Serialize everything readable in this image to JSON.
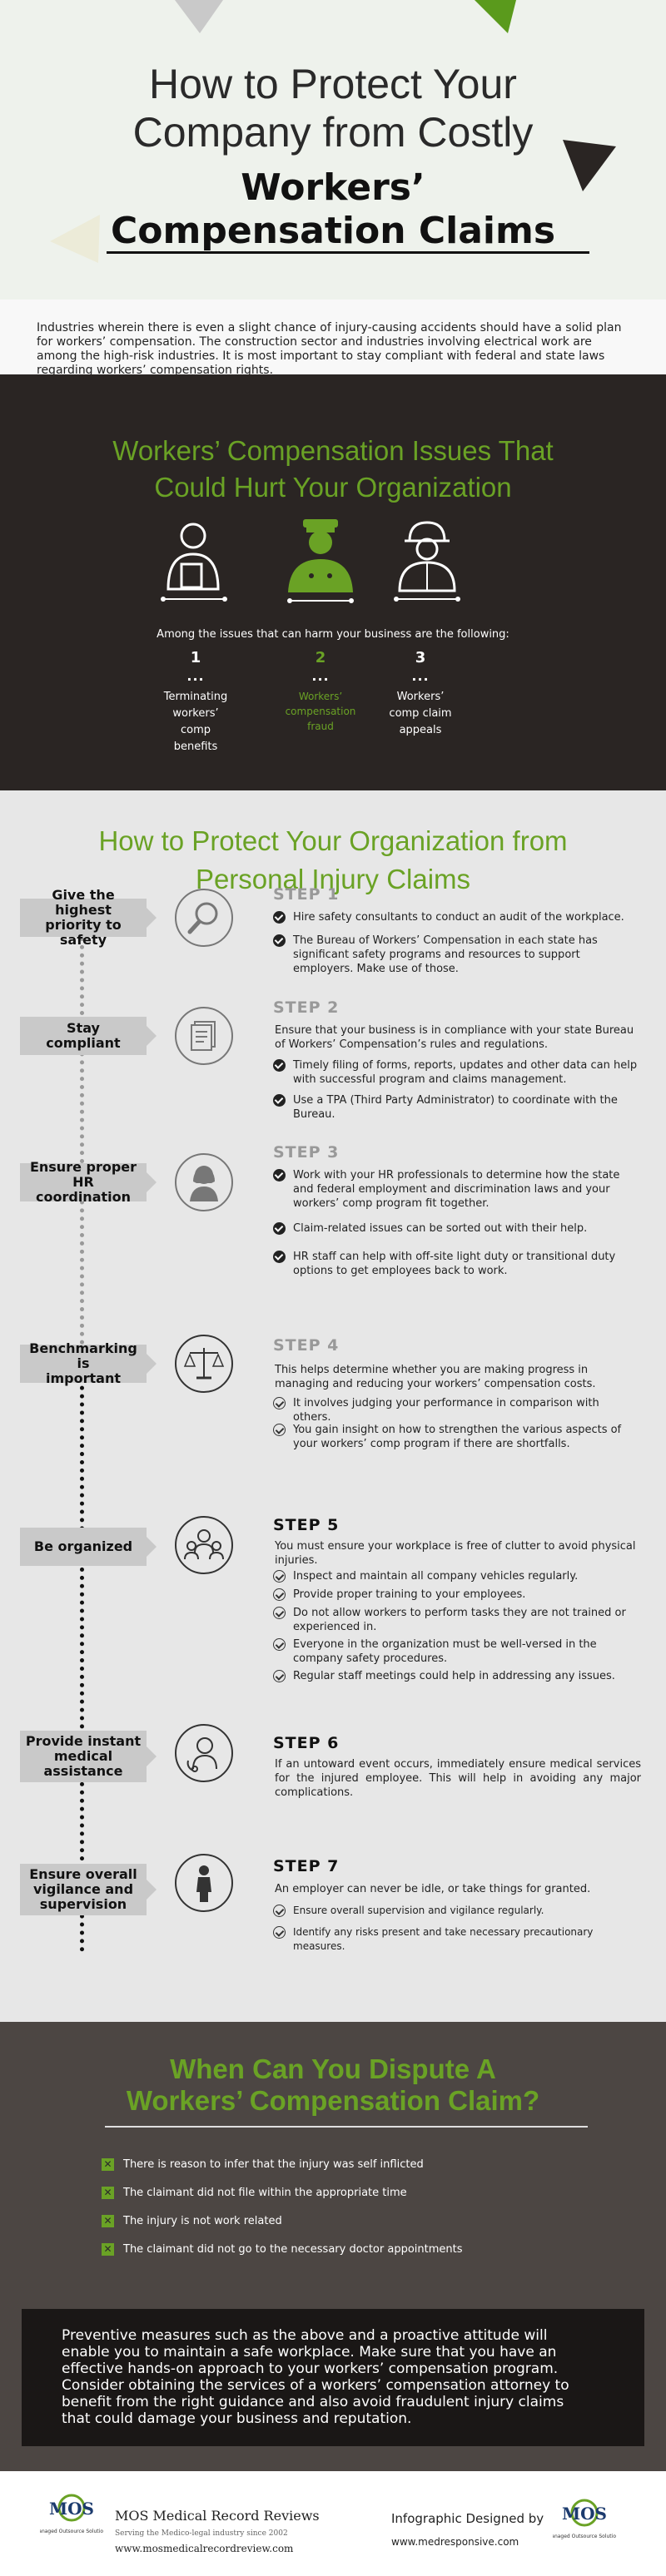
{
  "header": {
    "title_line1": "How to Protect Your",
    "title_line2": "Company from Costly",
    "title_line3": "Workers’",
    "title_line4": "Compensation Claims"
  },
  "intro": {
    "text": "Industries wherein there is even a slight chance of injury-causing accidents should have a solid plan for workers’ compensation. The construction sector and industries involving electrical work are among the high-risk industries. It is most important to stay compliant with federal and state laws regarding workers’ compensation rights."
  },
  "issues": {
    "title_line1": "Workers’ Compensation Issues That",
    "title_line2": "Could Hurt Your Organization",
    "lead": "Among the issues that can harm your business are the following:",
    "items": [
      {
        "num": "1",
        "dots": "...",
        "line1": "Terminating",
        "line2": "workers’",
        "line3": "comp",
        "line4": "benefits"
      },
      {
        "num": "2",
        "dots": "...",
        "line1": "Workers’",
        "line2": "compensation",
        "line3": "fraud",
        "line4": ""
      },
      {
        "num": "3",
        "dots": "...",
        "line1": "Workers’",
        "line2": "comp claim",
        "line3": "appeals",
        "line4": ""
      }
    ]
  },
  "protect": {
    "title_line1": "How to Protect Your Organization from",
    "title_line2": "Personal Injury Claims",
    "steps": [
      {
        "label_line1": "Give the highest",
        "label_line2": "priority to safety",
        "title": "STEP 1",
        "bullets": [
          "Hire safety consultants to conduct an audit of the workplace.",
          "The Bureau of Workers’ Compensation in each state has significant safety programs and resources to support employers. Make use of those."
        ]
      },
      {
        "label_line1": "Stay",
        "label_line2": "compliant",
        "title": "STEP 2",
        "text": "Ensure that your business is in compliance with your state Bureau of Workers’ Compensation’s rules and regulations.",
        "bullets": [
          "Timely filing of forms, reports, updates and other data can help with successful program and claims management.",
          "Use a TPA (Third Party Administrator) to coordinate with the Bureau."
        ]
      },
      {
        "label_line1": "Ensure proper",
        "label_line2": "HR coordination",
        "title": "STEP 3",
        "bullets": [
          "Work with your HR professionals to determine how the state and federal employment and discrimination laws and your workers’ comp program fit together.",
          "Claim-related issues can be sorted out with their help.",
          "HR staff can help with off-site light duty or transitional duty options to get employees back to work."
        ]
      },
      {
        "label_line1": "Benchmarking is",
        "label_line2": "important",
        "title": "STEP 4",
        "text": "This helps determine whether you are making progress in managing and reducing your workers’ compensation costs.",
        "bullets": [
          "It involves judging your performance in comparison with others.",
          "You gain insight on how to strengthen the various aspects of your workers’ comp program if there are shortfalls."
        ]
      },
      {
        "label_line1": "Be organized",
        "label_line2": "",
        "title": "STEP 5",
        "text": "You must ensure your workplace is free of clutter to avoid physical injuries.",
        "bullets": [
          "Inspect and maintain all company vehicles regularly.",
          "Provide proper training to your employees.",
          "Do not allow workers to perform tasks they are not trained or experienced in.",
          "Everyone in the organization must be well-versed in the company safety procedures.",
          "Regular staff meetings could help in addressing any issues."
        ]
      },
      {
        "label_line1": "Provide instant",
        "label_line2": "medical",
        "label_line3": "assistance",
        "title": "STEP 6",
        "text": "If an untoward event occurs, immediately ensure medical services for the injured employee. This will help in avoiding any major complications."
      },
      {
        "label_line1": "Ensure overall",
        "label_line2": "vigilance and",
        "label_line3": "supervision",
        "title": "STEP 7",
        "text": "An employer can never be idle, or take things for granted.",
        "bullets": [
          "Ensure overall supervision and vigilance regularly.",
          "Identify any risks present and take necessary precautionary measures."
        ]
      }
    ]
  },
  "dispute": {
    "title_line1": "When Can You Dispute A",
    "title_line2": "Workers’ Compensation Claim?",
    "mark": "✕",
    "items": [
      "There is reason to infer that the injury was self inflicted",
      "The claimant did not file within the appropriate time",
      "The injury is not work related",
      "The claimant did not go to the necessary doctor appointments"
    ],
    "closing": "Preventive measures such as the above and a proactive attitude will enable you to maintain a safe workplace. Make sure that you have an effective hands-on approach to your workers’ compensation program. Consider obtaining the services of a workers’ compensation attorney to benefit from the right guidance and also avoid fraudulent injury claims that could damage your business and reputation."
  },
  "footer": {
    "logo_text": "MOS",
    "logo_sub": "Managed Outsource Solutions",
    "company_name": "MOS Medical Record Reviews",
    "tagline": "Serving the Medico-legal industry since 2002",
    "url": "www.mosmedicalrecordreview.com",
    "designed_by": "Infographic Designed by",
    "designer_url": "www.medresponsive.com"
  },
  "colors": {
    "accent_green": "#6aa225",
    "dark_band": "#2a2523",
    "grey_band": "#e7e7e7",
    "dispute_band": "#4c4643"
  }
}
